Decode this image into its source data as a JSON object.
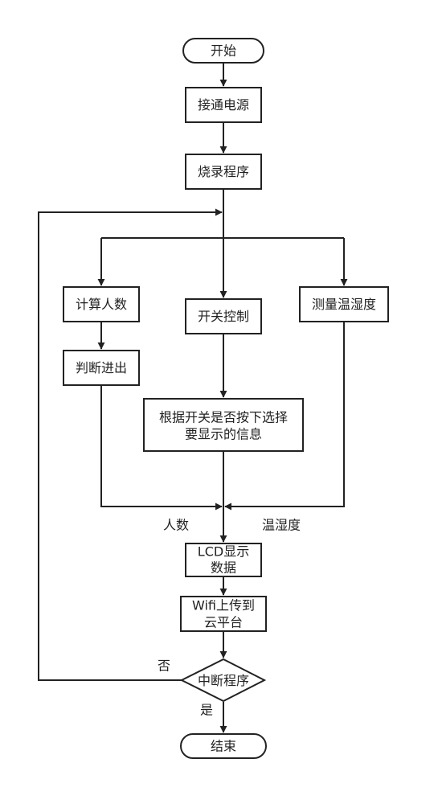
{
  "flowchart": {
    "start": "开始",
    "power_on": "接通电源",
    "flash_program": "烧录程序",
    "count_people": "计算人数",
    "judge_in_out": "判断进出",
    "switch_control": "开关控制",
    "measure_temp_humidity": "测量温湿度",
    "select_display_line1": "根据开关是否按下选择",
    "select_display_line2": "要显示的信息",
    "lcd_line1": "LCD显示",
    "lcd_line2": "数据",
    "wifi_line1": "Wifi上传到",
    "wifi_line2": "云平台",
    "interrupt": "中断程序",
    "end": "结束",
    "label_people": "人数",
    "label_temp_humidity": "温湿度",
    "label_no": "否",
    "label_yes": "是"
  },
  "colors": {
    "stroke": "#222222",
    "fill": "#ffffff"
  }
}
